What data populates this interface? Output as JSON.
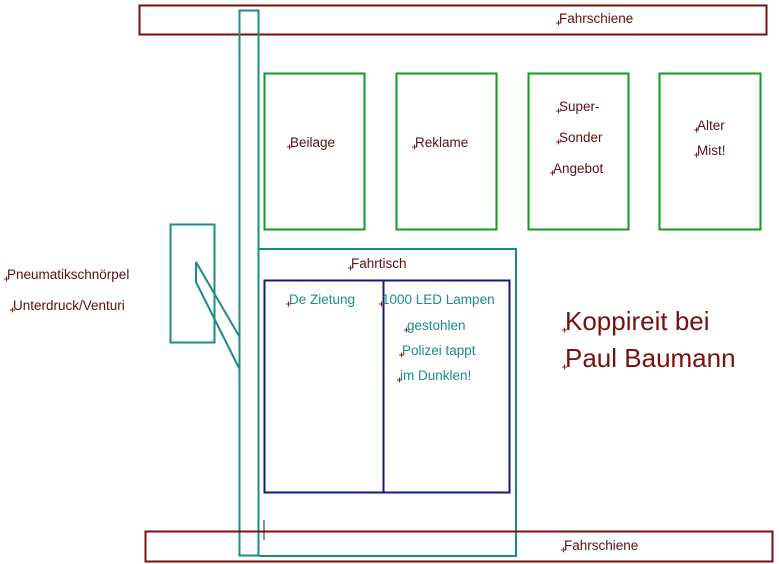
{
  "labels": {
    "rail_top": "Fahrschiene",
    "rail_bottom": "Fahrschiene",
    "box1": "Beilage",
    "box2": "Reklame",
    "box3": [
      "Super-",
      "Sonder",
      "Angebot"
    ],
    "box4": [
      "Alter",
      "Mist!"
    ],
    "table": "Fahrtisch",
    "pneumatic": [
      "Pneumatikschnörpel",
      "Unterdruck/Venturi"
    ],
    "left_panel": "De Zietung",
    "right_panel": [
      "1000 LED Lampen",
      "gestohlen",
      "Polizei tappt",
      "im Dunklen!"
    ],
    "copyright": [
      "Koppireit bei",
      "Paul Baumann"
    ]
  },
  "colors": {
    "rail": "#7a0f0f",
    "box_green": "#119a22",
    "teal": "#1c8c86",
    "navy": "#141a78",
    "text_dark": "#5a1010",
    "text_teal": "#1c8c86",
    "cursor_mark": "#9a1a1a"
  }
}
